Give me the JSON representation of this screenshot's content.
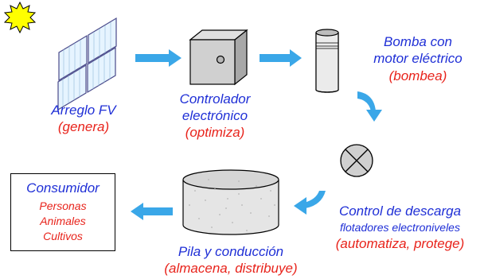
{
  "nodes": {
    "array": {
      "title": "Arreglo FV",
      "role": "(genera)"
    },
    "controller": {
      "title_line1": "Controlador",
      "title_line2": "electrónico",
      "role": "(optimiza)"
    },
    "pump": {
      "title_line1": "Bomba con",
      "title_line2": "motor eléctrico",
      "role": "(bombea)"
    },
    "discharge": {
      "title": "Control de descarga",
      "subtitle": "flotadores electroniveles",
      "role": "(automatiza, protege)"
    },
    "storage": {
      "title": "Pila y conducción",
      "role": "(almacena, distribuye)"
    },
    "consumer": {
      "title": "Consumidor",
      "items": [
        "Personas",
        "Animales",
        "Cultivos"
      ]
    }
  },
  "colors": {
    "title": "#1f2fd6",
    "role": "#e8231b",
    "arrow": "#3aa7e8",
    "sun": "#ffff00",
    "panel": "#e6f4ff"
  }
}
